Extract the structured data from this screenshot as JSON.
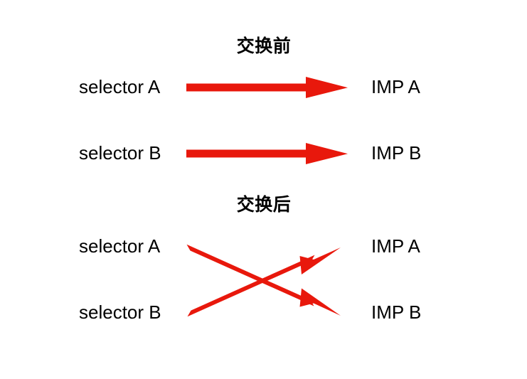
{
  "diagram": {
    "background_color": "#ffffff",
    "arrow_color": "#E8180C",
    "text_color": "#000000",
    "sections": [
      {
        "id": "before",
        "title": "交换前",
        "rows": [
          {
            "left_label": "selector A",
            "right_label": "IMP A"
          },
          {
            "left_label": "selector B",
            "right_label": "IMP B"
          }
        ],
        "arrows": [
          {
            "name": "arrow-selector-a-to-imp-a",
            "from": "selector A",
            "to": "IMP A",
            "style": "straight"
          },
          {
            "name": "arrow-selector-b-to-imp-b",
            "from": "selector B",
            "to": "IMP B",
            "style": "straight"
          }
        ]
      },
      {
        "id": "after",
        "title": "交换后",
        "rows": [
          {
            "left_label": "selector A",
            "right_label": "IMP A"
          },
          {
            "left_label": "selector B",
            "right_label": "IMP B"
          }
        ],
        "arrows": [
          {
            "name": "arrow-selector-a-to-imp-b",
            "from": "selector A",
            "to": "IMP B",
            "style": "crossed"
          },
          {
            "name": "arrow-selector-b-to-imp-a",
            "from": "selector B",
            "to": "IMP A",
            "style": "crossed"
          }
        ]
      }
    ]
  }
}
